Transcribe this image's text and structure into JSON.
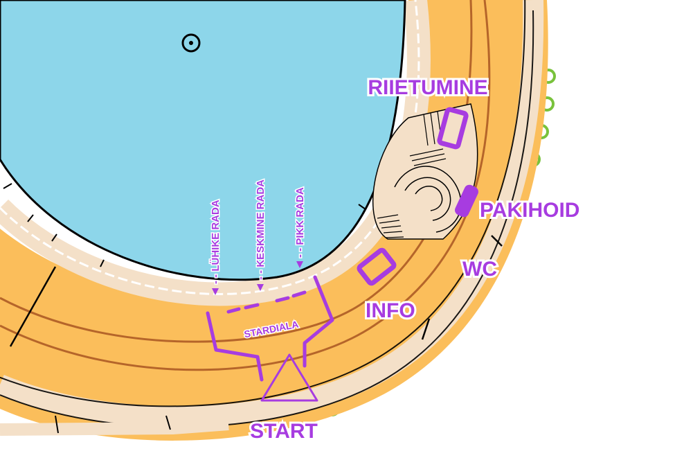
{
  "labels": {
    "riietumine": "RIIETUMINE",
    "pakihoid": "PAKIHOID",
    "wc": "WC",
    "info": "INFO",
    "start": "START",
    "stardiala": "STARDIALA",
    "luhike_rada": "- - LÜHIKE RADA",
    "keskmine_rada": "- - KESKMINE RADA",
    "pikk_rada": "- - PIKK RADA"
  },
  "colors": {
    "water": "#8dd6ea",
    "open_land": "#fbbe5b",
    "paved": "#f4e0c8",
    "contour": "#b5652a",
    "course": "#a73ce0",
    "vegetation": "#79c23c",
    "black": "#000000",
    "white": "#ffffff"
  }
}
